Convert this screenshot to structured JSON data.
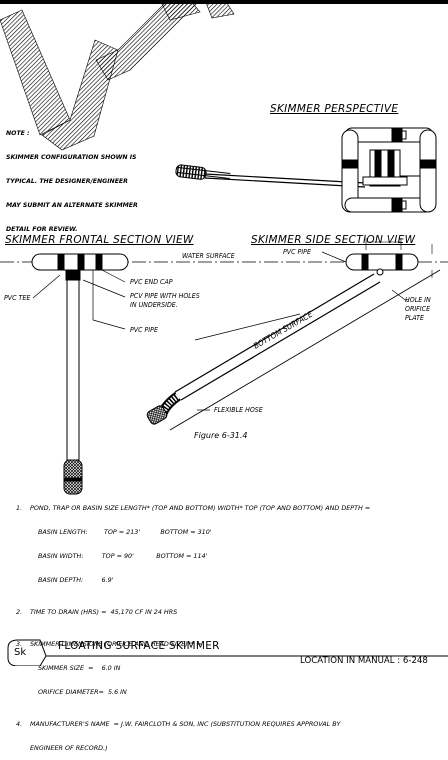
{
  "note": {
    "label": "NOTE :",
    "lines": [
      "SKIMMER CONFIGURATION SHOWN IS",
      "TYPICAL. THE DESIGNER/ENGINEER",
      "MAY SUBMIT AN ALTERNATE SKIMMER",
      "DETAIL FOR REVIEW."
    ]
  },
  "views": {
    "perspective": "SKIMMER PERSPECTIVE",
    "frontal": "SKIMMER FRONTAL SECTION VIEW",
    "side": "SKIMMER SIDE SECTION VIEW"
  },
  "labels": {
    "water_surface": "WATER SURFACE",
    "pvc_end_cap": "PVC END CAP",
    "pvc_tee": "PVC TEE",
    "pcv_pipe_holes_1": "PCV PIPE WITH HOLES",
    "pcv_pipe_holes_2": "IN UNDERSIDE.",
    "pvc_pipe_left": "PVC PIPE",
    "pvc_pipe_top": "PVC PIPE",
    "bottom_surface": "BOTTOM SURFACE",
    "flexible_hose": "FLEXIBLE HOSE",
    "hole_1": "HOLE IN",
    "hole_2": "ORIFICE",
    "hole_3": "PLATE"
  },
  "figure_caption": "Figure 6-31.4",
  "spec_list": [
    {
      "num": "1.",
      "text": "POND, TRAP OR BASIN SIZE LENGTH* (TOP AND BOTTOM) WIDTH* TOP (TOP AND BOTTOM) AND DEPTH ="
    },
    {
      "num": "",
      "text": "BASIN LENGTH:        TOP = 213'          BOTTOM = 310'"
    },
    {
      "num": "",
      "text": "BASIN WIDTH:         TOP = 90'           BOTTOM = 114'"
    },
    {
      "num": "",
      "text": "BASIN DEPTH:         6.9'"
    },
    {
      "num": "2.",
      "text": "TIME TO DRAIN (HRS) =  45,170 CF IN 24 HRS"
    },
    {
      "num": "3.",
      "text": "SKIMMER DIMENSIONS (ORIFICE AND HEAD SIZE)** ="
    },
    {
      "num": "",
      "text": "SKIMMER SIZE  =    6.0 IN"
    },
    {
      "num": "",
      "text": "ORIFICE DIAMETER=  5.6 IN"
    },
    {
      "num": "4.",
      "text": "MANUFACTURER'S NAME  = J.W. FAIRCLOTH & SON, INC (SUBSTITUTION REQUIRES APPROVAL BY"
    },
    {
      "num": "",
      "text": "ENGINEER OF RECORD.)"
    }
  ],
  "footer": {
    "badge": "Sk",
    "title": "FLOATING SURFACE SKIMMER",
    "location": "LOCATION IN MANUAL : 6-248"
  }
}
